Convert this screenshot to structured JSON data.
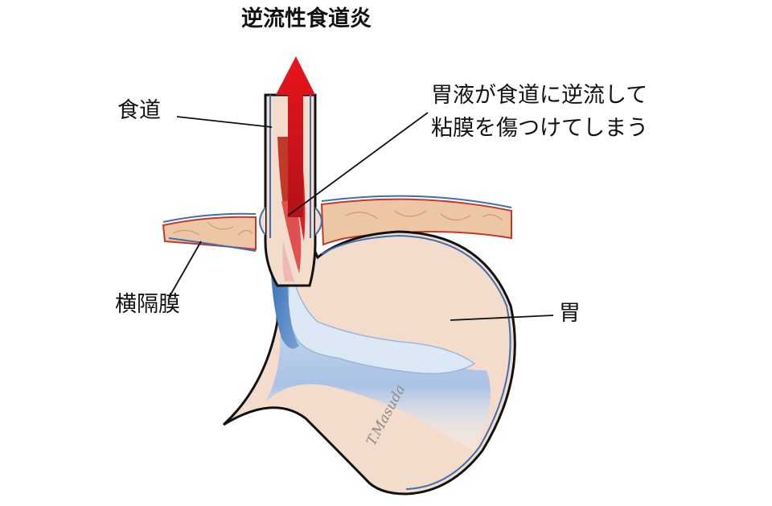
{
  "title": "逆流性食道炎",
  "labels": {
    "esophagus": "食道",
    "diaphragm": "横隔膜",
    "stomach": "胃",
    "note_line1": "胃液が食道に逆流して",
    "note_line2": "粘膜を傷つけてしまう"
  },
  "signature": "T.Masuda",
  "colors": {
    "outline": "#111111",
    "blue_edge": "#3f6fb0",
    "tissue": "#f4dccd",
    "diaphragm": "#edc6a5",
    "muscle_red": "#c0392b",
    "arrow_red": "#e8151b",
    "gastric_fluid_dark": "#2f6db5",
    "gastric_fluid_light": "#dde8f6"
  }
}
